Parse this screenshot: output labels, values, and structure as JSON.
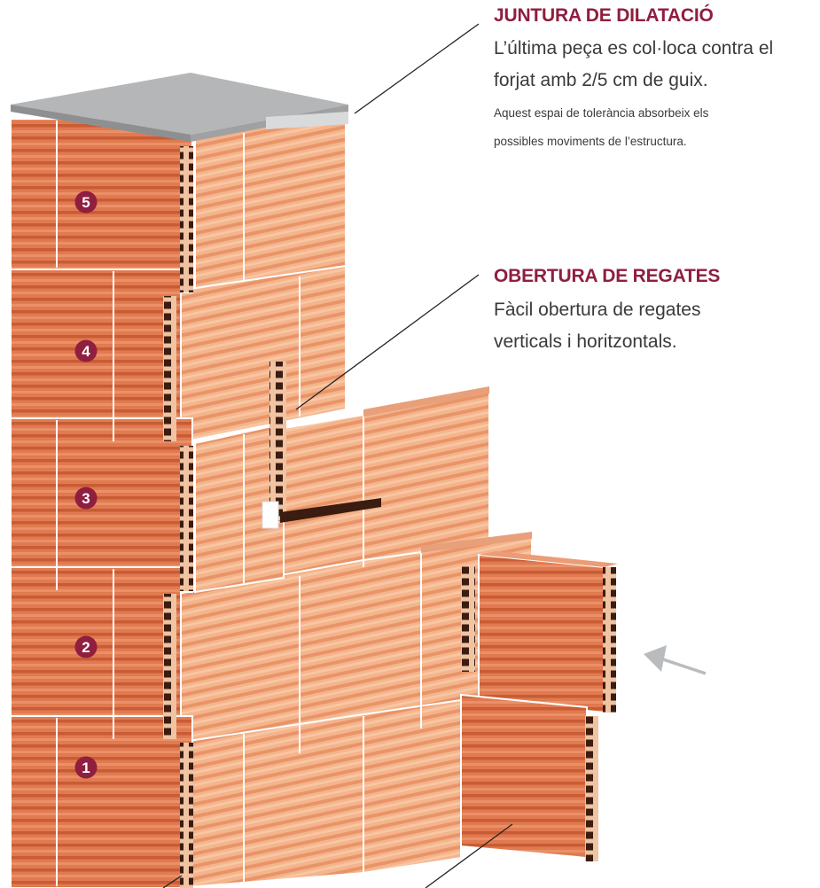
{
  "callouts": {
    "juntura": {
      "title": "JUNTURA DE DILATACIÓ",
      "line1": "L’última peça es col·loca contra el",
      "line2": "forjat amb 2/5 cm de guix.",
      "note1": "Aquest espai de tolerància absorbeix els",
      "note2": "possibles moviments de l’estructura."
    },
    "regates": {
      "title": "OBERTURA DE REGATES",
      "line1": "Fàcil obertura de regates",
      "line2": "verticals i horitzontals."
    }
  },
  "badges": [
    "5",
    "4",
    "3",
    "2",
    "1"
  ],
  "colors": {
    "brand": "#8f1e3f",
    "brick_front": "#dc7248",
    "brick_side": "#f2ab82",
    "slab": "#b4b6b8",
    "arrow": "#b9bcbf",
    "leader": "#222222"
  },
  "icons": {
    "arrow": "left-arrow-icon"
  }
}
